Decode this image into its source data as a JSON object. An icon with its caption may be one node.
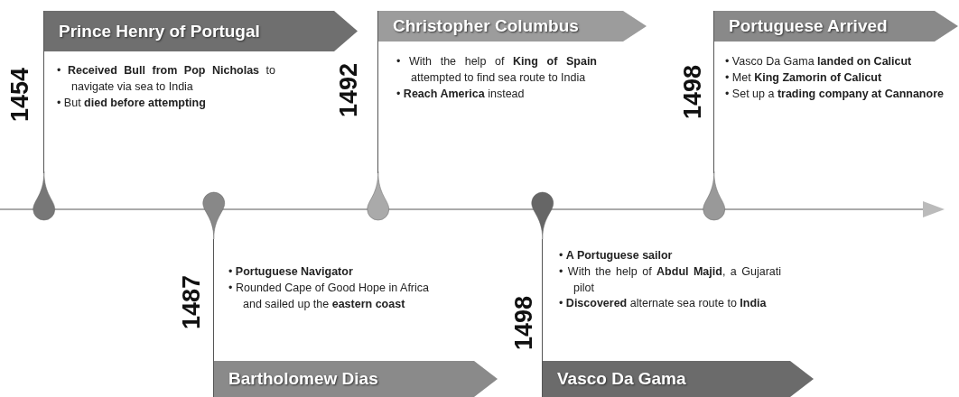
{
  "diagram": {
    "nodes": [
      {
        "text": [
          "Prince Henry of Portugal",
          "• **Received Bull from Pop Nicholas** to navigate via sea to India",
          "• But **died before attempting**"
        ]
      },
      {
        "text": [
          "Christopher Columbus",
          "• With the help of **King of Spain** attempted to find sea route to India",
          "• **Reach America** instead"
        ]
      },
      {
        "text": [
          "Portuguese Arrived",
          "• Vasco Da Gama **landed on Calicut**",
          "• Met **King Zamorin of Calicut**",
          "• Set up a **trading company at Cannanore**"
        ]
      },
      {
        "text": [
          "• **Portuguese Navigator**",
          "• Rounded Cape of Good Hope in Africa and sailed up the **eastern coast**",
          "Bartholomew Dias"
        ]
      },
      {
        "text": [
          "• **A Portuguese sailor**",
          "• With the help of **Abdul Majid**, a Gujarati pilot",
          "• **Discovered** alternate sea route to **India**",
          "Vasco Da Gama"
        ]
      }
    ],
    "edges": [],
    "labels": [
      "1454",
      "1492",
      "1498",
      "1487",
      "1498"
    ]
  }
}
